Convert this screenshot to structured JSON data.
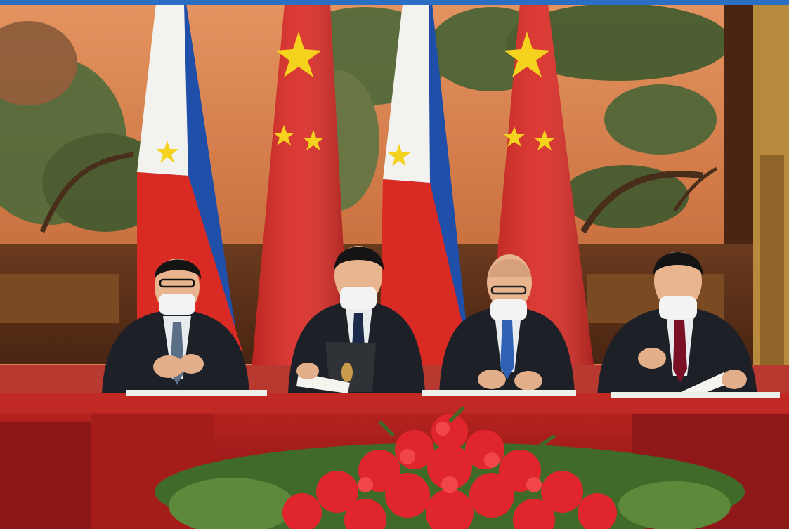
{
  "page": {
    "top_band_color": "#2a6fc4"
  },
  "palette": {
    "wall_orange": "#d9824e",
    "mural_green": "#4f6b3c",
    "flag_red": "#d92a24",
    "flag_blue": "#1f4fa8",
    "flag_white": "#f2f2ee",
    "flag_yellow": "#f5d21e",
    "table_red": "#9e1a1a",
    "carpet_red": "#b7392f",
    "suit_dark": "#1d2026",
    "flower_red": "#e0262c",
    "leaf_green": "#3f6a2a"
  },
  "scene": {
    "flags": [
      {
        "kind": "philippines-flag"
      },
      {
        "kind": "china-flag"
      },
      {
        "kind": "philippines-flag"
      },
      {
        "kind": "china-flag"
      }
    ],
    "people": [
      {
        "kind": "signatory",
        "tie": "#5b6f86"
      },
      {
        "kind": "signatory",
        "tie": "#1b2a4a"
      },
      {
        "kind": "signatory",
        "tie": "#2f62b5"
      },
      {
        "kind": "signatory",
        "tie": "#7a1026"
      }
    ]
  }
}
